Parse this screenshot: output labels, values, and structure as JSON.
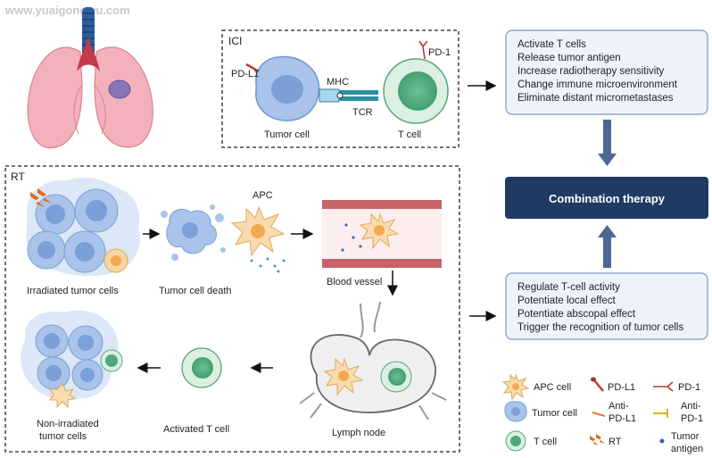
{
  "watermark": "www.yuaigongwu.com",
  "ici": {
    "label": "ICI",
    "pd_l1": "PD-L1",
    "pd_1": "PD-1",
    "mhc": "MHC",
    "tcr": "TCR",
    "tumor_cell": "Tumor cell",
    "t_cell": "T cell"
  },
  "ici_effects": [
    "Activate T cells",
    "Release tumor antigen",
    "Increase radiotherapy sensitivity",
    "Change immune microenvironment",
    "Eliminate distant micrometastases"
  ],
  "combination": "Combination therapy",
  "rt_effects": [
    "Regulate T-cell activity",
    "Potentiate local effect",
    "Potentiate abscopal effect",
    "Trigger the recognition of tumor cells"
  ],
  "rt": {
    "label": "RT",
    "irradiated": "Irradiated tumor cells",
    "death": "Tumor cell death",
    "apc": "APC",
    "blood_vessel": "Blood vessel",
    "lymph_node": "Lymph node",
    "activated_t": "Activated T cell",
    "non_irradiated_1": "Non-irradiated",
    "non_irradiated_2": "tumor cells"
  },
  "legend": {
    "apc_cell": "APC cell",
    "pd_l1": "PD-L1",
    "pd_1": "PD-1",
    "tumor_cell": "Tumor cell",
    "anti_pd_l1_1": "Anti-",
    "anti_pd_l1_2": "PD-L1",
    "anti_pd_1_1": "Anti-",
    "anti_pd_1_2": "PD-1",
    "t_cell": "T cell",
    "rt": "RT",
    "tumor_antigen_1": "Tumor",
    "tumor_antigen_2": "antigen"
  },
  "colors": {
    "box_fill": "#eef3fb",
    "box_stroke": "#8fa6cf",
    "combo_fill": "#1f3a63",
    "arrow_blue": "#4e6694",
    "tumor_blue": "#8eb0de",
    "tcell_green": "#63b487",
    "apc_orange": "#f2c27a",
    "lung_pink": "#f1aab4"
  }
}
